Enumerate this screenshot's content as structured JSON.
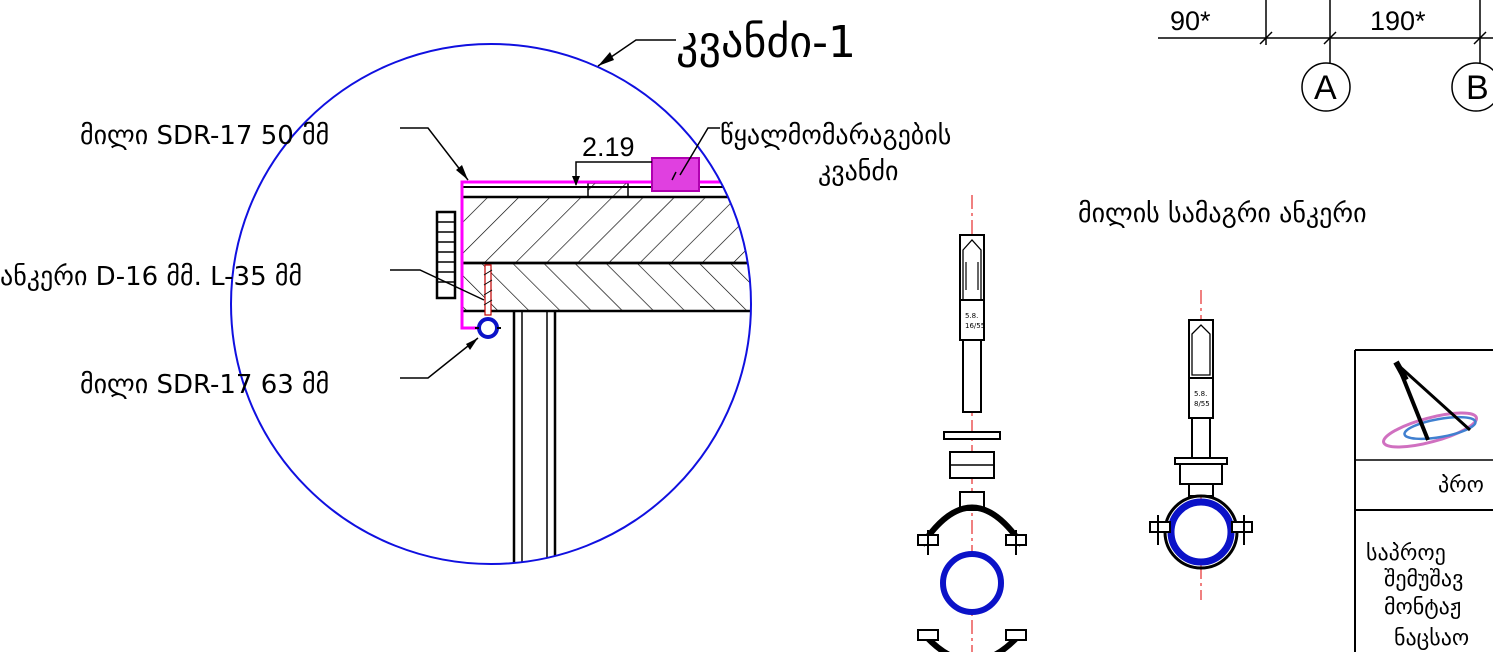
{
  "detail": {
    "title": "კვანძი-1",
    "pipe_top_label": "მილი SDR-17 50 მმ",
    "anchor_label": "ანკერი D-16 მმ. L-35 მმ",
    "pipe_bottom_label": "მილი SDR-17 63 მმ",
    "water_node_label_line1": "წყალმომარაგების",
    "water_node_label_line2": "კვანძი",
    "dimension_value": "2.19"
  },
  "axes": {
    "dim_left": "90*",
    "dim_right": "190*",
    "axis_a": "A",
    "axis_b": "B"
  },
  "anchor_section": {
    "title": "მილის სამაგრი ანკერი",
    "tag1_line1": "5.8.",
    "tag1_line2": "16/55",
    "tag2_line1": "5.8.",
    "tag2_line2": "8/55"
  },
  "title_block": {
    "row1": "პრო",
    "line1": "საპროე",
    "line2": "შემუშავ",
    "line3": "მონტაჟ",
    "line4": "ნაცსაო"
  },
  "colors": {
    "line": "#000000",
    "circle": "#1010e0",
    "pipe": "#ff00ff",
    "node": "#e040e0",
    "axis_red": "#e00000",
    "pipe_ring": "#0b12c8"
  }
}
